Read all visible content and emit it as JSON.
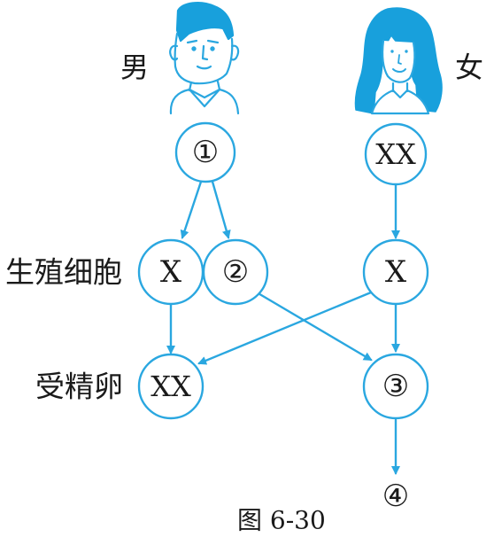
{
  "diagram": {
    "labels": {
      "male": "男",
      "female": "女",
      "germ_cells": "生殖细胞",
      "fertilized_egg": "受精卵"
    },
    "nodes": {
      "male_chromosomes": "①",
      "female_chromosomes": "XX",
      "male_germ_x": "X",
      "male_germ_unknown": "②",
      "female_germ_x": "X",
      "zygote_xx": "XX",
      "zygote_unknown": "③",
      "offspring": "④"
    },
    "caption": "图 6-30"
  },
  "colors": {
    "diagram_blue": "#2aa7e0",
    "hair_blue": "#18a0dc",
    "text_dark": "#1a1a1a"
  }
}
